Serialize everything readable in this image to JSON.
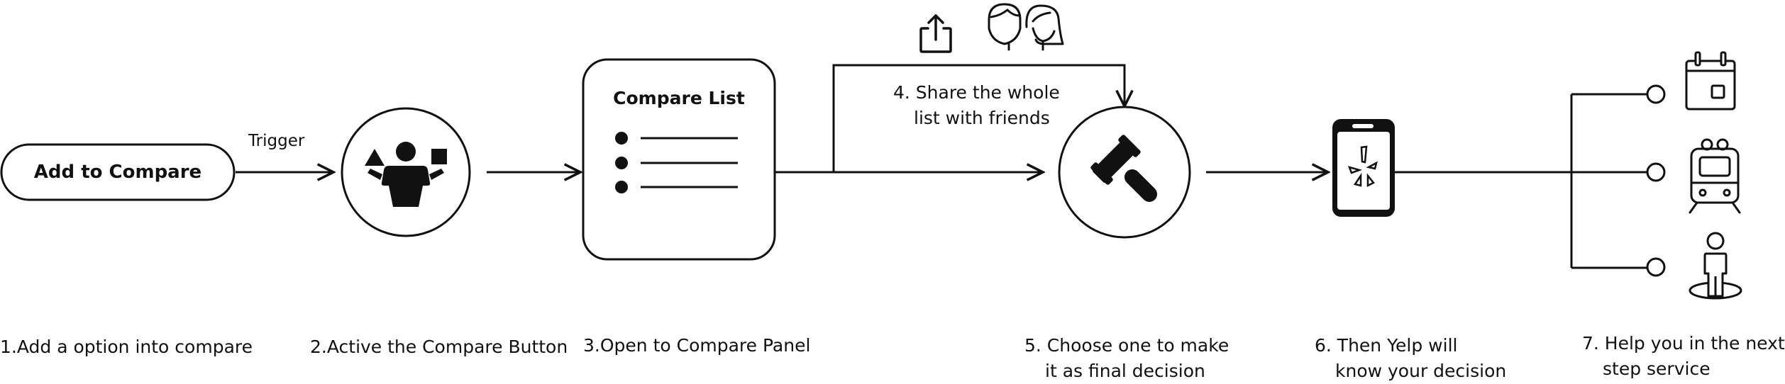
{
  "steps": [
    {
      "caption": "1.Add a option into compare"
    },
    {
      "caption": "2.Active the Compare Button"
    },
    {
      "caption": "3.Open to Compare Panel"
    },
    {
      "caption_line1": "4. Share the whole",
      "caption_line2": "list with friends"
    },
    {
      "caption_line1": "5. Choose one to make",
      "caption_line2": "it as final decision"
    },
    {
      "caption_line1": "6. Then Yelp will",
      "caption_line2": "know your decision"
    },
    {
      "caption_line1": "7. Help you in the next",
      "caption_line2": "step service"
    }
  ],
  "add_button_label": "Add to Compare",
  "trigger_label": "Trigger",
  "compare_list_title": "Compare List",
  "icons": [
    "person-juggling-shapes-icon",
    "share-icon",
    "friends-icon",
    "gavel-icon",
    "yelp-phone-icon",
    "calendar-icon",
    "train-icon",
    "person-location-icon"
  ],
  "colors": {
    "stroke": "#111111",
    "background": "#ffffff"
  }
}
